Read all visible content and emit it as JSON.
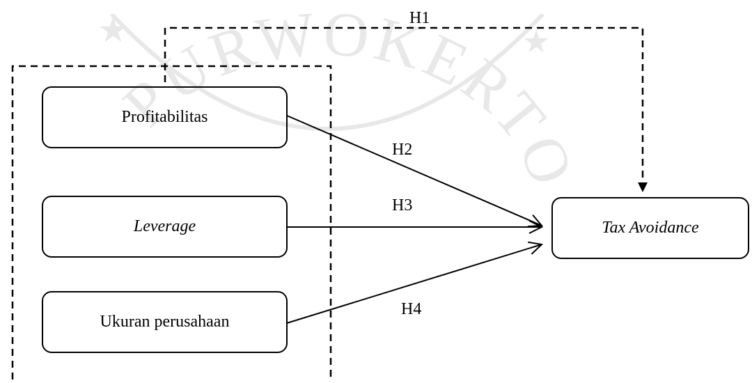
{
  "watermark": {
    "text": "PURWOKERTO"
  },
  "nodes": {
    "profitabilitas": "Profitabilitas",
    "leverage": "Leverage",
    "ukuran": "Ukuran perusahaan",
    "tax_avoidance": "Tax Avoidance"
  },
  "hypotheses": {
    "h1": "H1",
    "h2": "H2",
    "h3": "H3",
    "h4": "H4"
  }
}
